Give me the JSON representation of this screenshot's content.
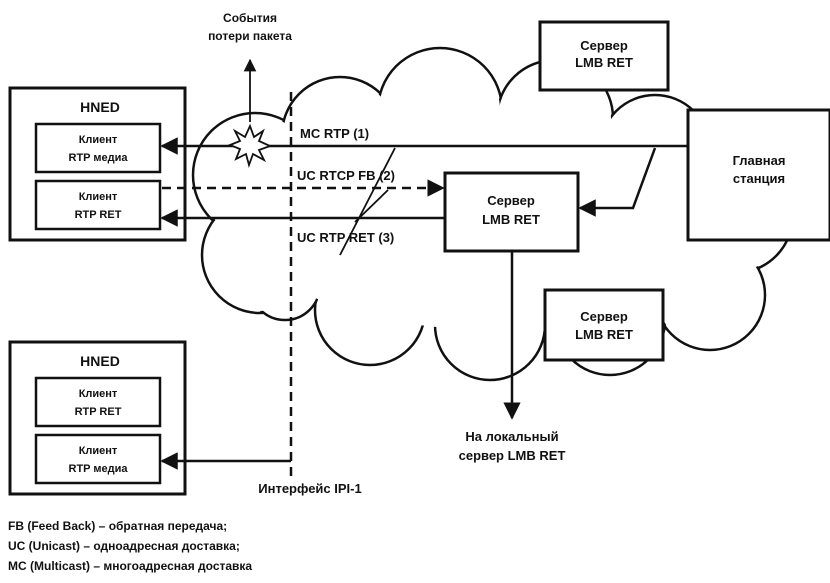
{
  "loss_event": {
    "line1": "События",
    "line2": "потери пакета"
  },
  "hned_top": {
    "title": "HNED",
    "client1": [
      "Клиент",
      "RTP медиа"
    ],
    "client2": [
      "Клиент",
      "RTP RET"
    ]
  },
  "hned_bottom": {
    "title": "HNED",
    "client1": [
      "Клиент",
      "RTP RET"
    ],
    "client2": [
      "Клиент",
      "RTP медиа"
    ]
  },
  "server_top": [
    "Сервер",
    "LMB RET"
  ],
  "server_center": [
    "Сервер",
    "LMB RET"
  ],
  "server_lower": [
    "Сервер",
    "LMB RET"
  ],
  "head_station": [
    "Главная",
    "станция"
  ],
  "flows": {
    "mc_rtp": "MC RTP (1)",
    "uc_rtcp": "UC RTCP FB (2)",
    "uc_rtp_ret": "UC RTP RET (3)"
  },
  "local_server": [
    "На локальный",
    "сервер LMB RET"
  ],
  "interface": "Интерфейс IPI-1",
  "legend": [
    "FB (Feed Back) – обратная передача;",
    "UC (Unicast) – одноадресная доставка;",
    "MC (Multicast) – многоадресная доставка"
  ]
}
